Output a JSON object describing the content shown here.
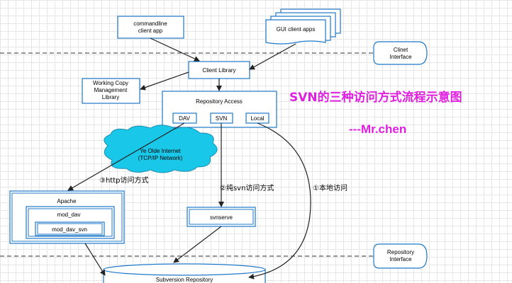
{
  "colors": {
    "box_stroke": "#1f78c8",
    "title_color": "#e020e0",
    "cloud_fill": "#19c8e8",
    "line": "#222222"
  },
  "title": "SVN的三种访问方式流程示意图",
  "author": "---Mr.chen",
  "boxes": {
    "commandline": [
      "commandline",
      "client app"
    ],
    "gui": "GUI client apps",
    "client_library": "Client Library",
    "working_copy": [
      "Working Copy",
      "Management",
      "Library"
    ],
    "repository_access": "Repository Access",
    "dav": "DAV",
    "svn": "SVN",
    "local": "Local",
    "apache": "Apache",
    "mod_dav": "mod_dav",
    "mod_dav_svn": "mod_dav_svn",
    "svnserve": "svnserve",
    "subversion_repository": "Subversion Repository"
  },
  "cloud": [
    "Ye Olde Internet",
    "(TCP/IP Network)"
  ],
  "interfaces": {
    "client": [
      "Clinet",
      "Interface"
    ],
    "repository": [
      "Repository",
      "Interface"
    ]
  },
  "paths": {
    "http": "③http访问方式",
    "svn": "②纯svn访问方式",
    "local": "①本地访问"
  }
}
